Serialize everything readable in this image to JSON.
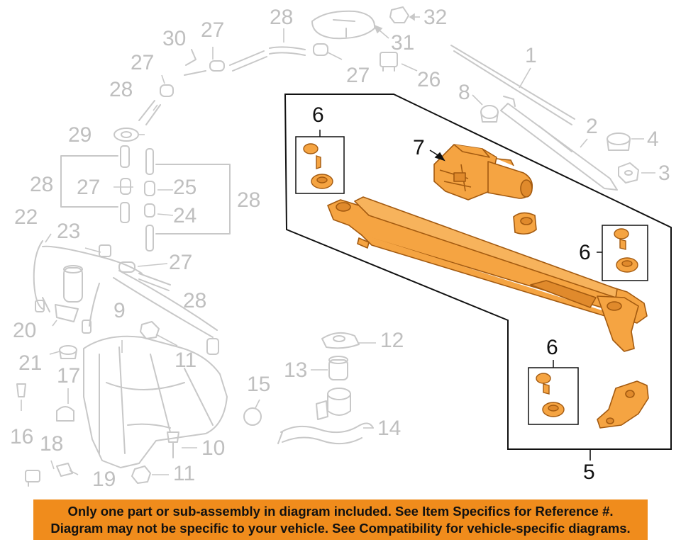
{
  "callouts": {
    "c1": "1",
    "c2": "2",
    "c3": "3",
    "c4": "4",
    "c5": "5",
    "c6a": "6",
    "c6b": "6",
    "c6c": "6",
    "c7": "7",
    "c8": "8",
    "c9": "9",
    "c10": "10",
    "c11a": "11",
    "c11b": "11",
    "c12": "12",
    "c13": "13",
    "c14": "14",
    "c15": "15",
    "c16": "16",
    "c17": "17",
    "c18": "18",
    "c19": "19",
    "c20": "20",
    "c21": "21",
    "c22": "22",
    "c23": "23",
    "c24": "24",
    "c25": "25",
    "c26": "26",
    "c27a": "27",
    "c27b": "27",
    "c27c": "27",
    "c27d": "27",
    "c27e": "27",
    "c28a": "28",
    "c28b": "28",
    "c28c": "28",
    "c28d": "28",
    "c28e": "28",
    "c29": "29",
    "c30": "30",
    "c31": "31",
    "c32": "32"
  },
  "banner": {
    "line1": "Only one part or sub-assembly in diagram included. See Item Specifics for Reference #.",
    "line2": "Diagram may not be specific to your vehicle. See Compatibility for vehicle-specific diagrams."
  },
  "colors": {
    "highlight": "#f5a442",
    "highlight_dark": "#a35a10",
    "ghost": "#c8c8c8",
    "banner": "#f08c1c"
  }
}
